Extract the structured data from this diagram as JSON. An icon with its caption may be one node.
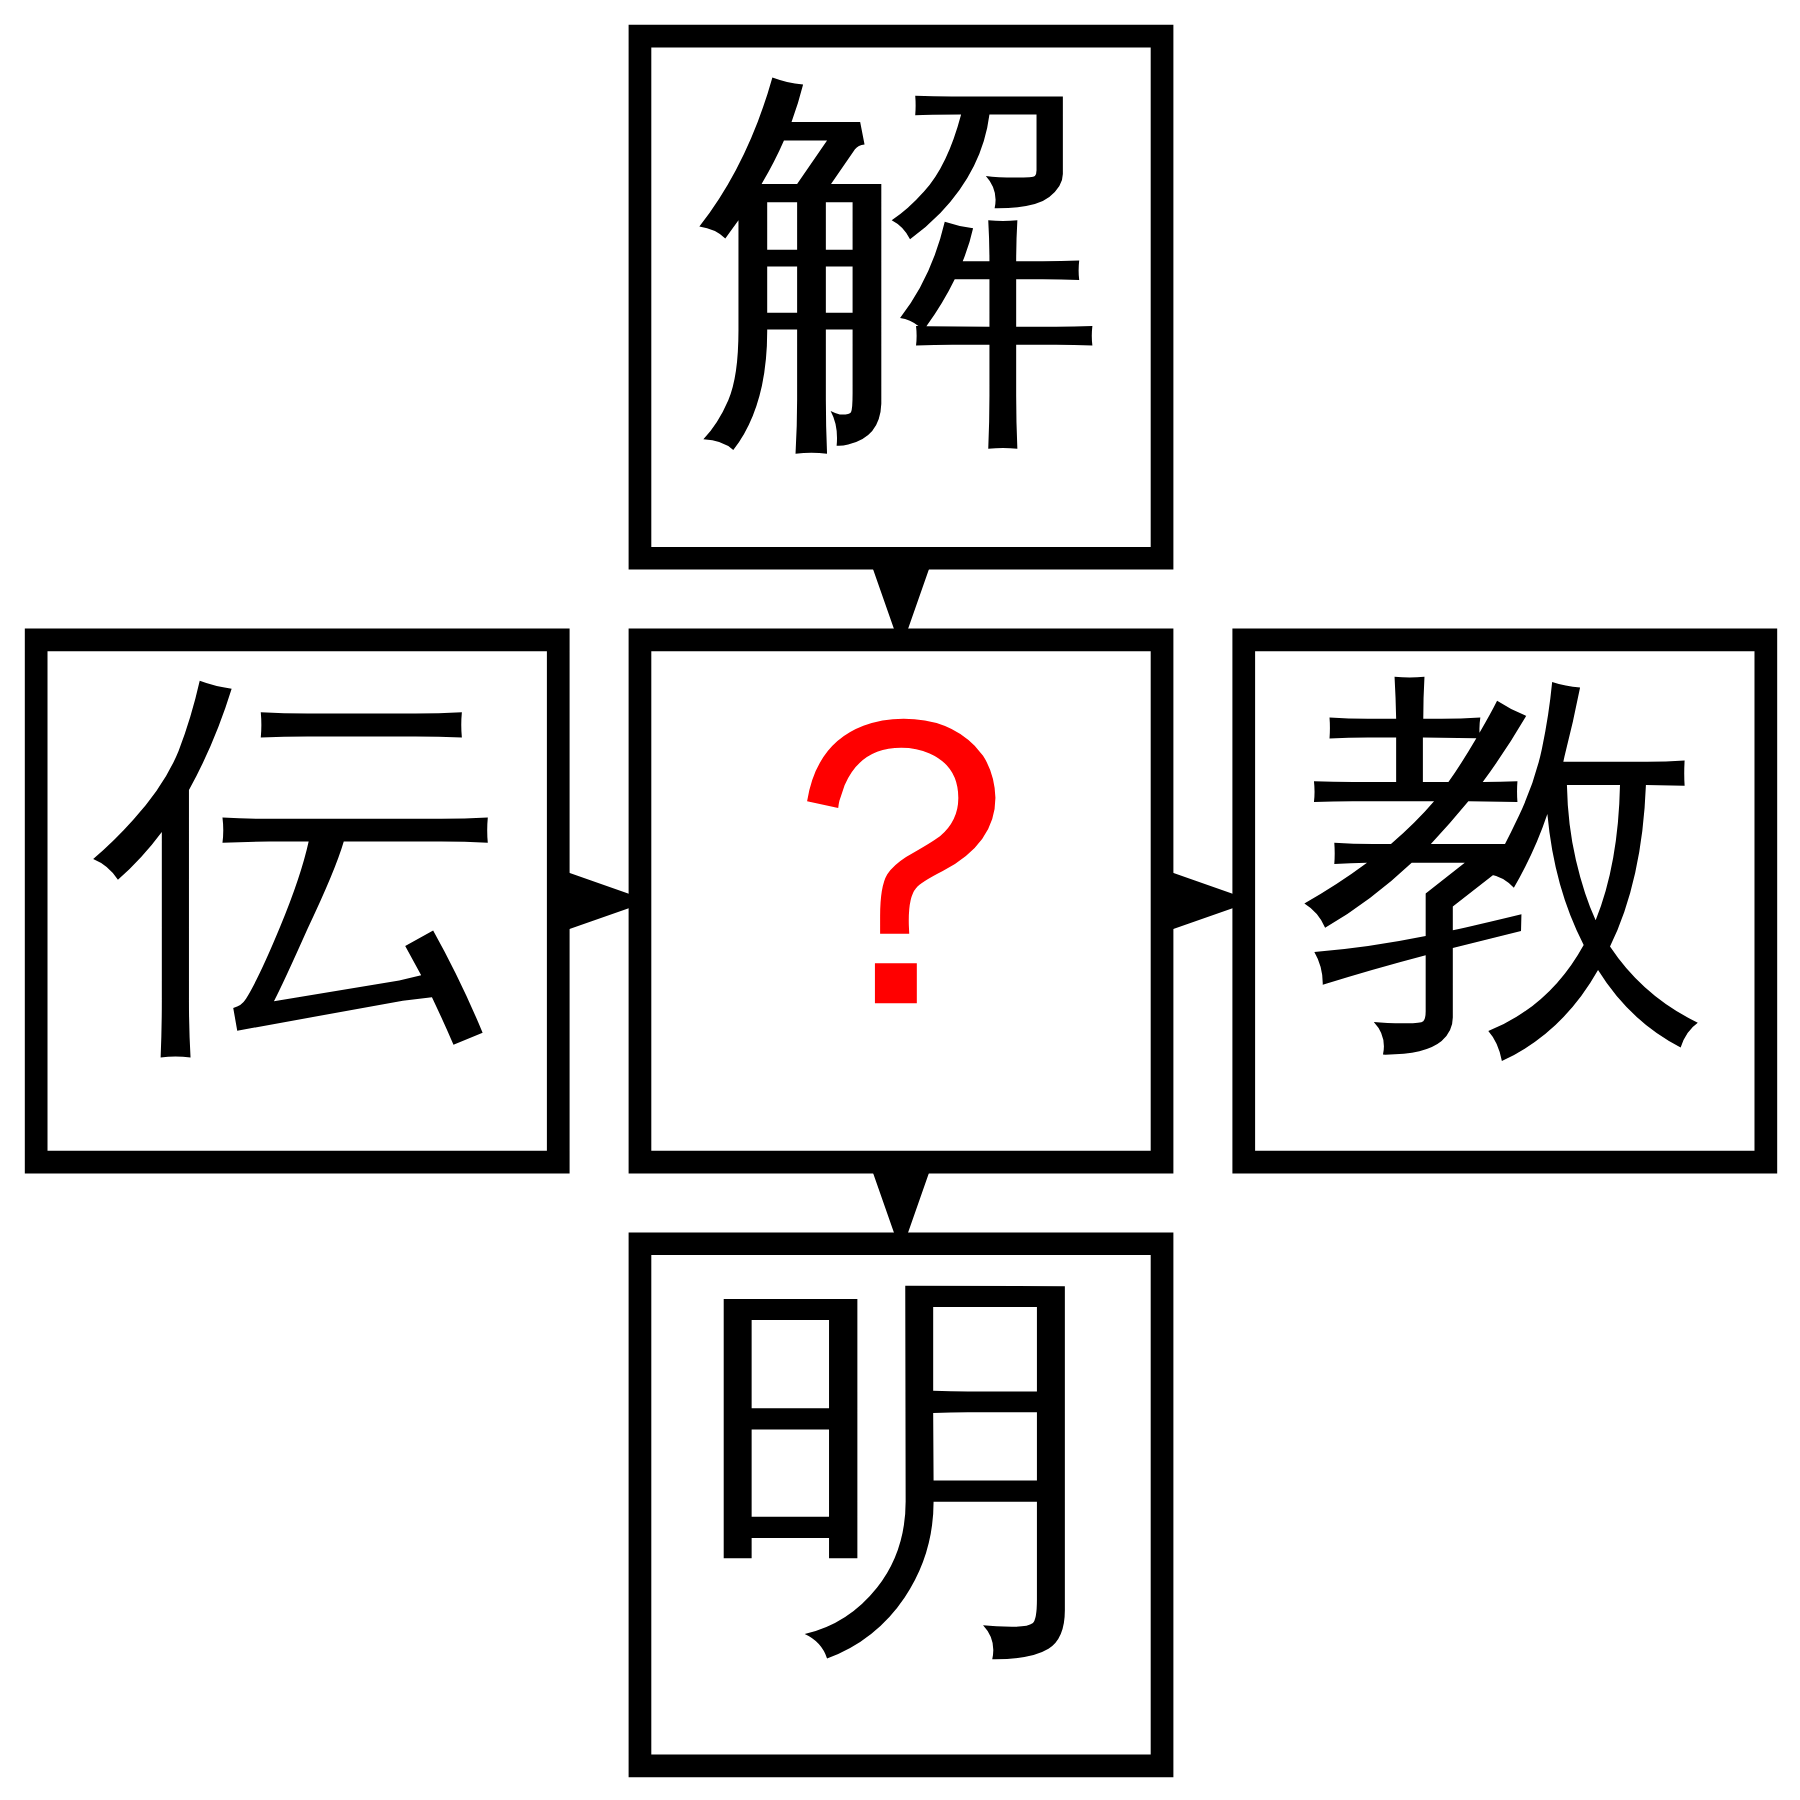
{
  "diagram": {
    "nodes": [
      {
        "text": [
          "解"
        ]
      },
      {
        "text": [
          "伝"
        ]
      },
      {
        "text": [
          "？"
        ]
      },
      {
        "text": [
          "教"
        ]
      },
      {
        "text": [
          "明"
        ]
      }
    ],
    "edges": [
      {
        "from": 0,
        "to": 2,
        "arrow": "to"
      },
      {
        "from": 1,
        "to": 2,
        "arrow": "to"
      },
      {
        "from": 2,
        "to": 3,
        "arrow": "to"
      },
      {
        "from": 2,
        "to": 4,
        "arrow": "to"
      }
    ]
  }
}
